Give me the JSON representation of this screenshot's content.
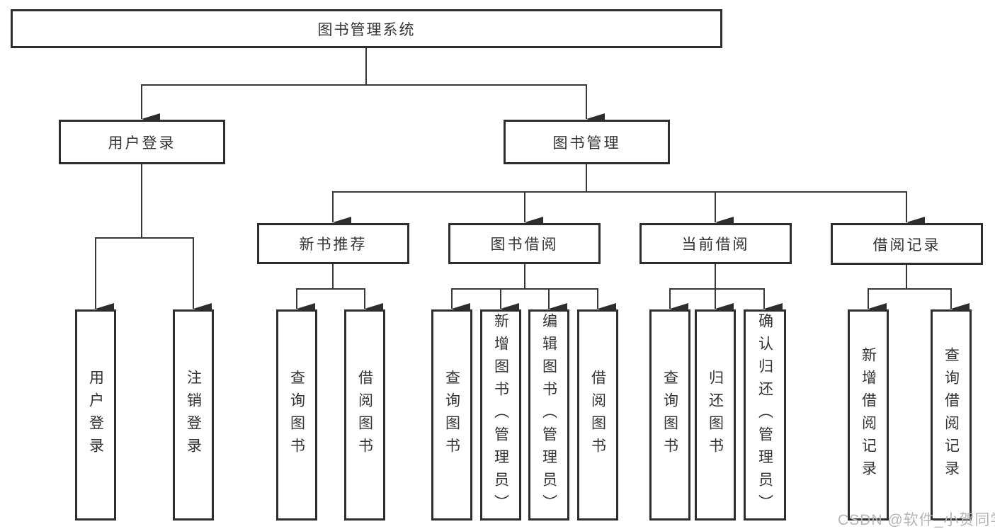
{
  "diagram": {
    "title": "图书管理系统",
    "root": {
      "label": "图书管理系统"
    },
    "branches": {
      "user_login": {
        "label": "用户登录",
        "leaves": [
          "用户登录",
          "注销登录"
        ]
      },
      "book_mgmt": {
        "label": "图书管理"
      }
    },
    "modules": [
      {
        "label": "新书推荐",
        "leaves": [
          "查询图书",
          "借阅图书"
        ]
      },
      {
        "label": "图书借阅",
        "leaves": [
          "查询图书",
          "新增图书（管理员）",
          "编辑图书（管理员）",
          "借阅图书"
        ]
      },
      {
        "label": "当前借阅",
        "leaves": [
          "查询图书",
          "归还图书",
          "确认归还（管理员）"
        ]
      },
      {
        "label": "借阅记录",
        "leaves": [
          "新增借阅记录",
          "查询借阅记录"
        ]
      }
    ],
    "watermark": "CSDN @软件_小贺同学",
    "colors": {
      "line": "#383838",
      "arrow": "#2d2d2d",
      "box_border": "#2d2d2d",
      "box_fill": "#ffffff",
      "text": "#333333",
      "watermark": "#b5b5b5",
      "background": "#ffffff"
    }
  }
}
